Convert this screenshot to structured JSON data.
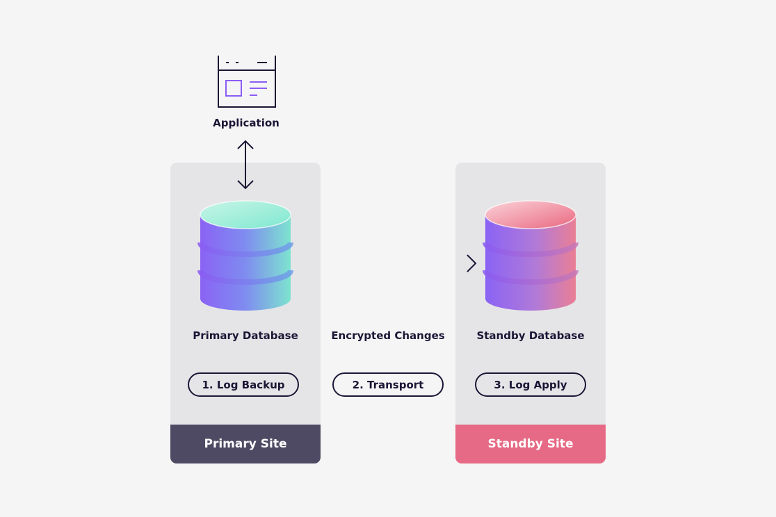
{
  "application": {
    "label": "Application",
    "icon": "application-window-icon"
  },
  "primary": {
    "database_label": "Primary Database",
    "step_label": "1. Log Backup",
    "site_label": "Primary Site",
    "site_color": "#4f4a63"
  },
  "transport": {
    "label": "Encrypted Changes",
    "step_label": "2. Transport"
  },
  "standby": {
    "database_label": "Standby Database",
    "step_label": "3. Log Apply",
    "site_label": "Standby Site",
    "site_color": "#e66a85"
  },
  "colors": {
    "ink": "#1c1535",
    "panel": "#e5e5e7",
    "background": "#f5f5f5",
    "accent_purple": "#8b5cf6",
    "primary_db_top": "#7ee8d0",
    "standby_db_top": "#f08fa0"
  }
}
